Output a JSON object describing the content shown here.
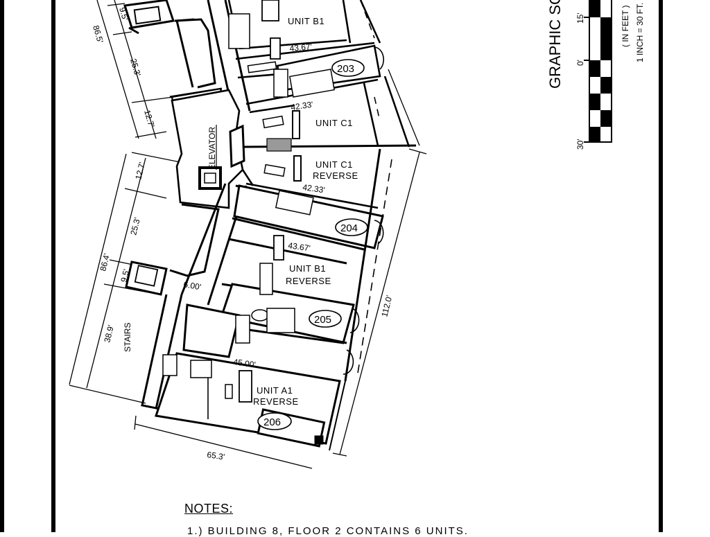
{
  "drawing": {
    "type": "architectural-floor-plan",
    "units": [
      {
        "label": "UNIT B1",
        "number": ""
      },
      {
        "label": "",
        "number": "203"
      },
      {
        "label": "UNIT C1",
        "number": ""
      },
      {
        "label": "UNIT C1",
        "label2": "REVERSE",
        "number": "204"
      },
      {
        "label": "UNIT B1",
        "label2": "REVERSE",
        "number": "205"
      },
      {
        "label": "UNIT A1",
        "label2": "REVERSE",
        "number": "206"
      }
    ],
    "rooms": {
      "elevator": "ELEVATOR",
      "stairs": "STAIRS"
    },
    "dimensions": {
      "upper_overall": "86.5'",
      "upper_stair": "9.5'",
      "upper_mid": "25.3'",
      "upper_elev": "12.7'",
      "lower_elev": "12.7'",
      "lower_mid": "25.3'",
      "lower_overall": "86.4'",
      "lower_stair": "9.5'",
      "lower_bottom": "38.9'",
      "corridor": "6.00'",
      "b1_depth": "43.67'",
      "c1_depth": "42.33'",
      "c1_rev_depth": "42.33'",
      "b1_rev_depth": "43.67'",
      "a1_rev_depth": "45.00'",
      "right_overall": "112.0'",
      "bottom_overall": "65.3'"
    }
  },
  "graphic_scale": {
    "title": "GRAPHIC SCALE",
    "tick_0": "0'",
    "tick_15": "15'",
    "tick_30": "30'",
    "units_note": "( IN FEET )",
    "ratio_note": "1 INCH = 30 FT."
  },
  "notes": {
    "title": "NOTES:",
    "items": [
      "1.)  BUILDING 8, FLOOR 2 CONTAINS 6 UNITS."
    ]
  }
}
